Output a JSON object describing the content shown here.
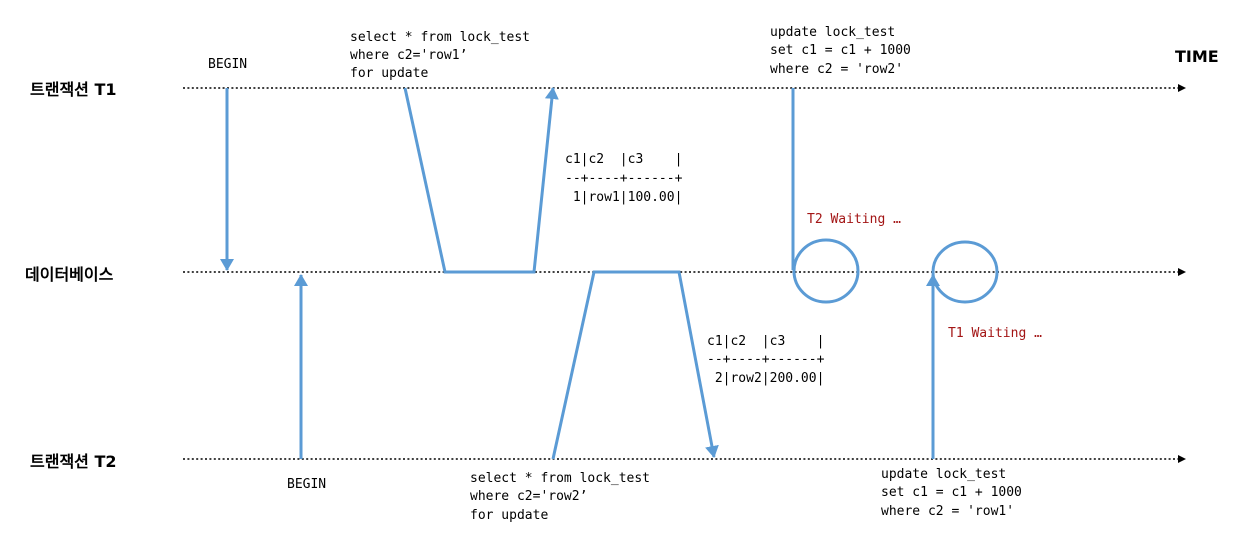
{
  "time_label": "TIME",
  "lanes": {
    "t1": "트랜잭션 T1",
    "db": "데이터베이스",
    "t2": "트랜잭션 T2"
  },
  "t1": {
    "begin": "BEGIN",
    "select_sql": [
      "select * from lock_test",
      "where c2='row1’",
      "for update"
    ],
    "result": [
      "c1|c2  |c3    |",
      "--+----+------+",
      " 1|row1|100.00|"
    ],
    "update_sql": [
      "update lock_test",
      "set c1 = c1 + 1000",
      "where c2 = 'row2'"
    ],
    "waiting": "T2 Waiting …"
  },
  "t2": {
    "begin": "BEGIN",
    "select_sql": [
      "select * from lock_test",
      "where c2='row2’",
      "for update"
    ],
    "result": [
      "c1|c2  |c3    |",
      "--+----+------+",
      " 2|row2|200.00|"
    ],
    "update_sql": [
      "update lock_test",
      "set c1 = c1 + 1000",
      "where c2 = 'row1'"
    ],
    "waiting": "T1 Waiting …"
  },
  "colors": {
    "flow": "#5b9bd5",
    "waiting_text": "#a31515",
    "timeline": "#000000"
  }
}
